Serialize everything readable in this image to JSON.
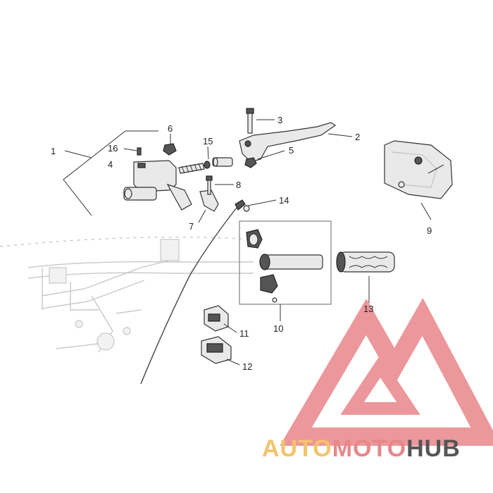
{
  "callouts": [
    {
      "id": "1",
      "label": "1"
    },
    {
      "id": "2",
      "label": "2"
    },
    {
      "id": "3",
      "label": "3"
    },
    {
      "id": "4",
      "label": "4"
    },
    {
      "id": "5",
      "label": "5"
    },
    {
      "id": "6",
      "label": "6"
    },
    {
      "id": "7",
      "label": "7"
    },
    {
      "id": "8",
      "label": "8"
    },
    {
      "id": "9",
      "label": "9"
    },
    {
      "id": "10",
      "label": "10"
    },
    {
      "id": "11",
      "label": "11"
    },
    {
      "id": "12",
      "label": "12"
    },
    {
      "id": "13",
      "label": "13"
    },
    {
      "id": "14",
      "label": "14"
    },
    {
      "id": "15",
      "label": "15"
    },
    {
      "id": "16",
      "label": "16"
    }
  ],
  "watermark": {
    "part1": "AUTO",
    "part2": "MOTO",
    "part3": "HUB",
    "color_light": "#f5c26b",
    "color_mid": "#e8868a",
    "color_dark": "#555555"
  }
}
